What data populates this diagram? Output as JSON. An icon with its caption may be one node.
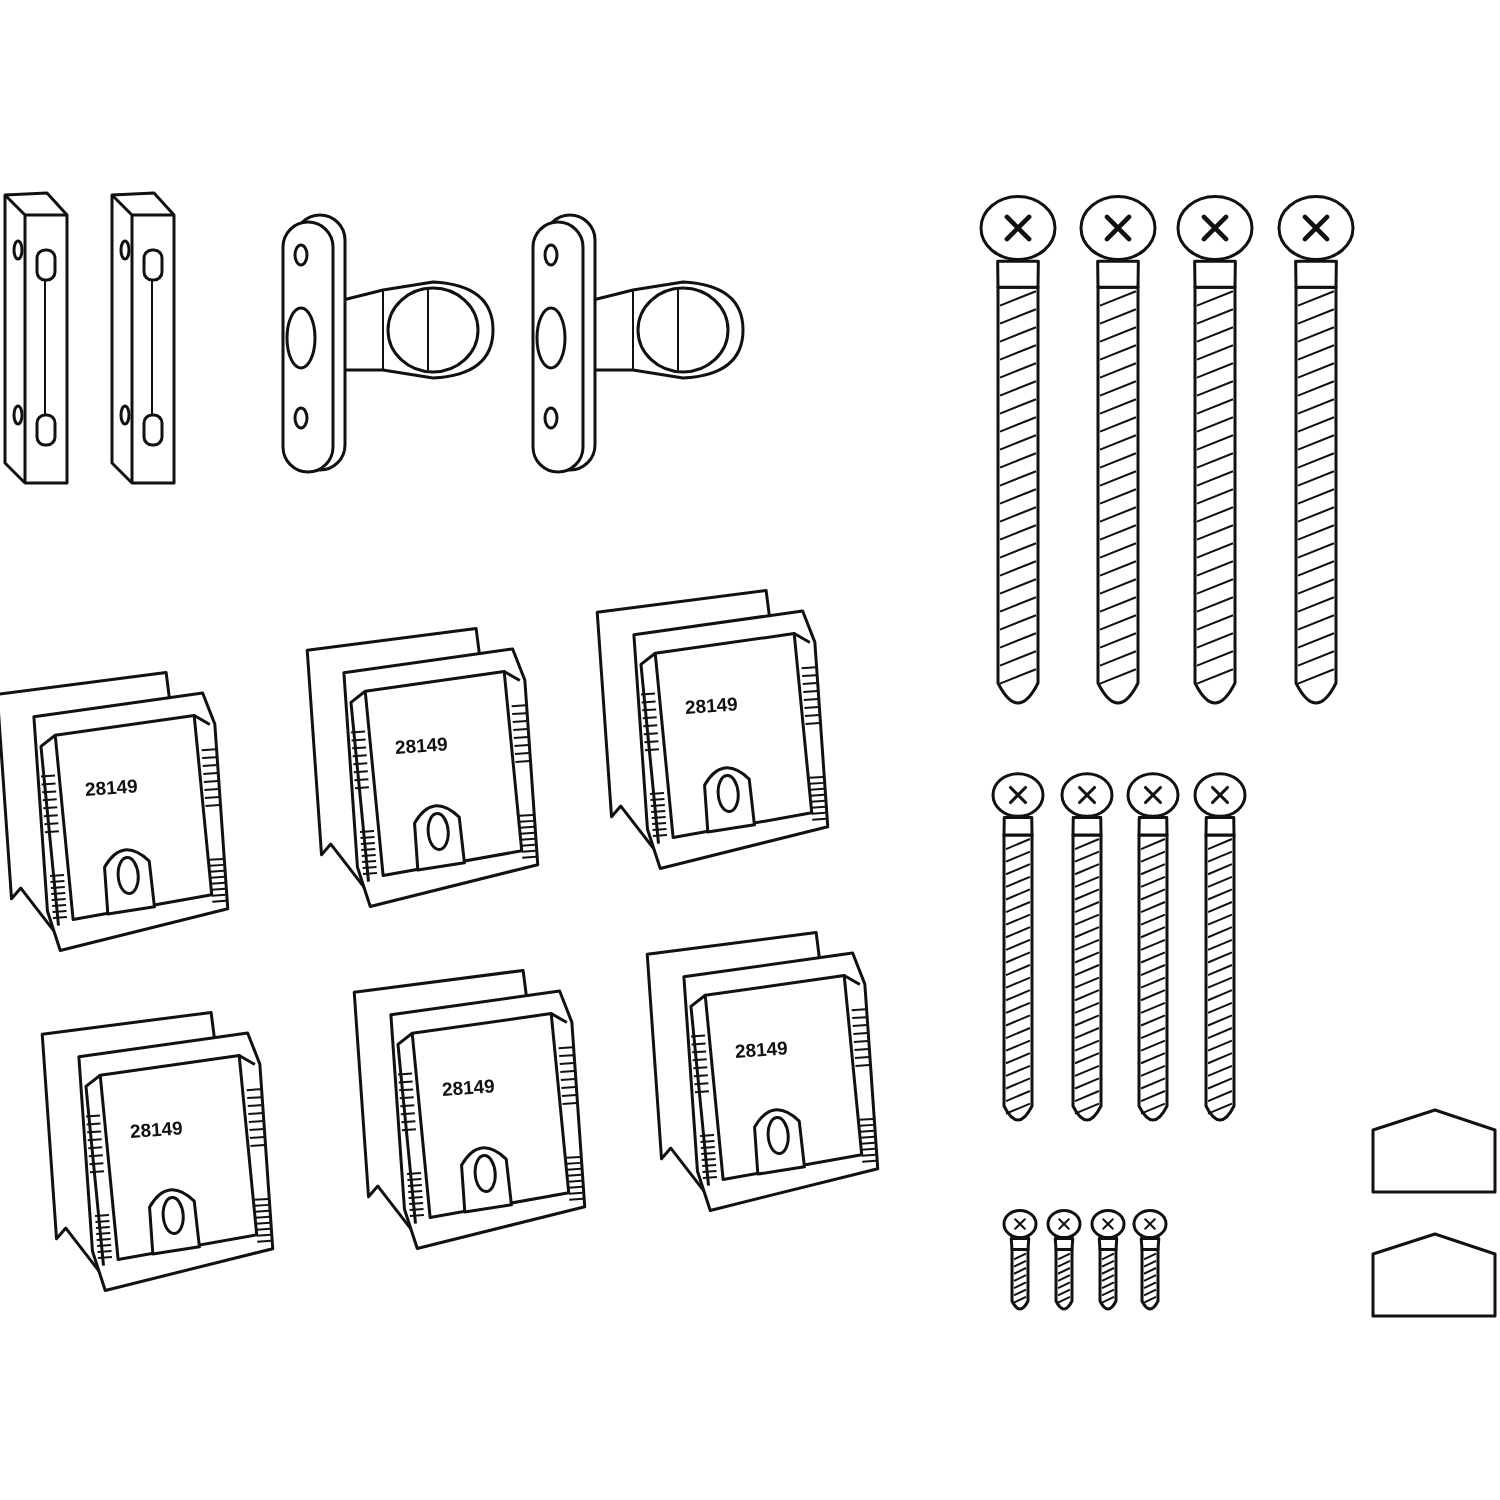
{
  "diagram": {
    "labels": [
      "28149",
      "28149",
      "28149",
      "28149",
      "28149",
      "28149"
    ]
  }
}
